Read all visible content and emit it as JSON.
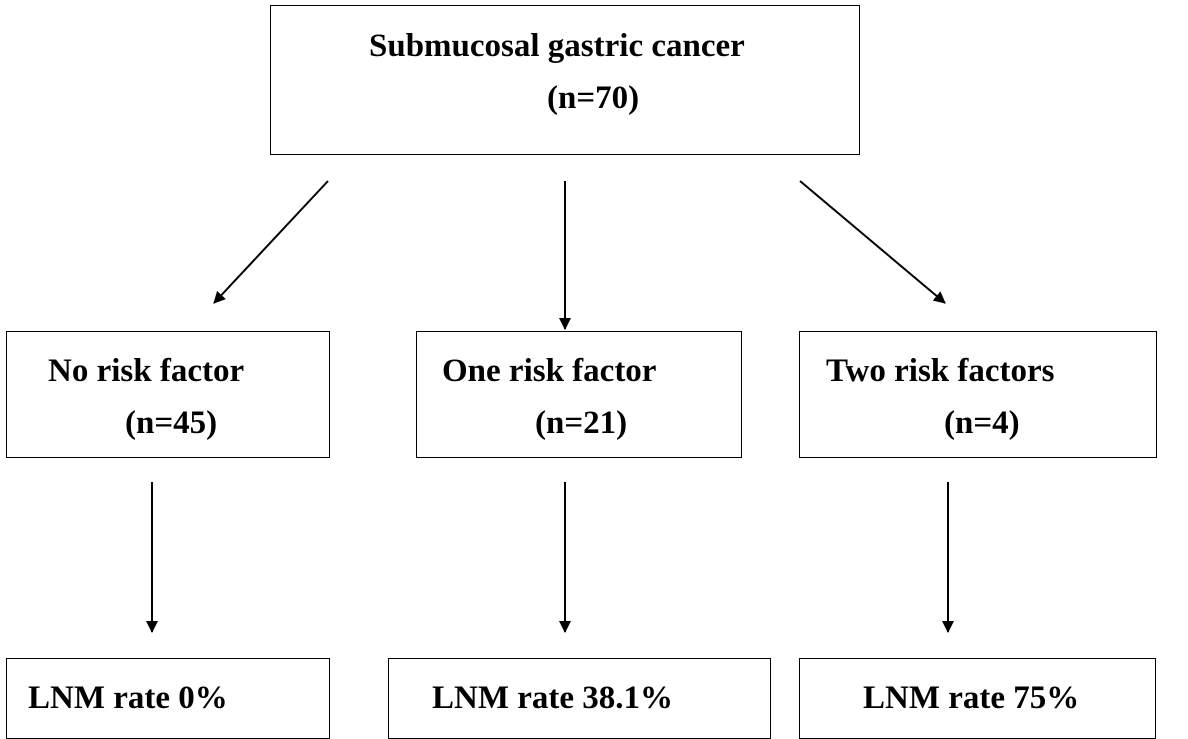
{
  "root": {
    "title": "Submucosal gastric cancer",
    "count": "(n=70)"
  },
  "groups": [
    {
      "label": "No risk factor",
      "count": "(n=45)",
      "outcome": "LNM rate 0%"
    },
    {
      "label": "One risk factor",
      "count": "(n=21)",
      "outcome": "LNM rate 38.1%"
    },
    {
      "label": "Two risk factors",
      "count": "(n=4)",
      "outcome": "LNM rate 75%"
    }
  ]
}
